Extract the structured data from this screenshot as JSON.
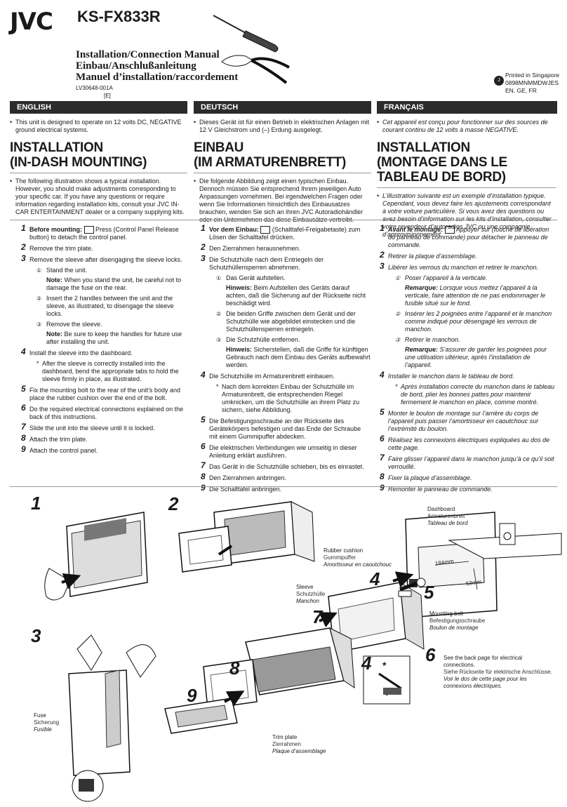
{
  "header": {
    "brand": "JVC",
    "model": "KS-FX833R",
    "title_en": "Installation/Connection Manual",
    "title_de": "Einbau/Anschlußanleitung",
    "title_fr": "Manuel d’installation/raccordement",
    "doc_number": "LV30648-001A",
    "doc_region": "[E]",
    "printed": "Printed in Singapore",
    "print_code": "0898MNMMDWJES",
    "languages": "EN, GE, FR"
  },
  "en": {
    "bar": "ENGLISH",
    "intro": "This unit is designed to operate on 12 volts DC, NEGATIVE ground electrical systems.",
    "h1a": "INSTALLATION",
    "h1b": "(IN-DASH MOUNTING)",
    "illus": "The following illustration shows a typical installation. However, you should make adjustments corresponding to your specific car. If you have any questions or require information regarding installation kits, consult your JVC IN-CAR ENTERTAINMENT dealer or a company supplying kits.",
    "s1_lead": "Before mounting:",
    "s1": "Press (Control Panel Release button) to detach the control panel.",
    "s2": "Remove the trim plate.",
    "s3": "Remove the sleeve after disengaging the sleeve locks.",
    "s3a": "Stand the unit.",
    "s3a_note_lead": "Note:",
    "s3a_note": "When you stand the unit, be careful not to damage the fuse on the rear.",
    "s3b": "Insert the 2 handles between the unit and the sleeve, as illustrated, to disengage the sleeve locks.",
    "s3c": "Remove the sleeve.",
    "s3c_note_lead": "Note:",
    "s3c_note": "Be sure to keep the handles for future use after installing the unit.",
    "s4": "Install the sleeve into the dashboard.",
    "s4_ast": "After the sleeve is correctly installed into the dashboard, bend the appropriate tabs to hold the sleeve firmly in place, as illustrated.",
    "s5": "Fix the mounting bolt to the rear of the unit’s body and place the rubber cushion over the end of the bolt.",
    "s6": "Do the required electrical connections explained on the back of this instructions.",
    "s7": "Slide the unit into the sleeve until it is locked.",
    "s8": "Attach the trim plate.",
    "s9": "Attach the control panel."
  },
  "de": {
    "bar": "DEUTSCH",
    "intro": "Dieses Gerät ist für einen Betrieb in elektrischen Anlagen mit 12 V Gleichstrom und (–) Erdung ausgelegt.",
    "h1a": "EINBAU",
    "h1b": "(IM ARMATURENBRETT)",
    "illus": "Die folgende Abbildung zeigt einen typischen Einbau. Dennoch müssen Sie entsprechend Ihrem jeweiligen Auto Anpassungen vornehmen. Bei irgendwelchen Fragen oder wenn Sie Informationen hinsichtlich des Einbausatzes brauchen, wenden Sie sich an ihren JVC Autoradiohändler oder ein Unternehmen das diese Einbausätze vertreibt.",
    "s1_lead": "Vor dem Einbau:",
    "s1": "(Schalttafel-Freigabetaste) zum Lösen der Schalttafel drücken.",
    "s2": "Den Zierrahmen herausnehmen.",
    "s3": "Die Schutzhülle nach dem Entriegeln der Schutzhüllensperren abnehmen.",
    "s3a": "Das Gerät aufstellen.",
    "s3a_note_lead": "Hinweis:",
    "s3a_note": "Beim Aufstellen des Geräts darauf achten, daß die Sicherung auf der Rückseite nicht beschädigt wird.",
    "s3b": "Die beiden Griffe zwischen dem Gerät und der Schutzhülle wie abgebildet einstecken und die Schutzhüllensperren entriegeln.",
    "s3c": "Die Schutzhülle entfernen.",
    "s3c_note_lead": "Hinweis:",
    "s3c_note": "Sicherstellen, daß die Griffe für künftigen Gebrauch nach dem Einbau des Geräts aufbewahrt werden.",
    "s4": "Die Schutzhülle im Armaturenbrett einbauen.",
    "s4_ast": "Nach dem korrekten Einbau der Schutzhülle im Armaturenbrett, die entsprechenden Riegel umknicken, um die Schutzhülle an ihrem Platz zu sichern, siehe Abbildung.",
    "s5": "Die Befestigungsschraube an der Rückseite des Gerätekörpers befestigen und das Ende der Schraube mit einem Gummipuffer abdecken.",
    "s6": "Die elektrischen Verbindungen wie umseitig in dieser Anleitung erklärt ausführen.",
    "s7": "Das Gerät in die Schutzhülle schieben, bis es einrastet.",
    "s8": "Den Zierrahmen anbringen.",
    "s9": "Die Schalttafel anbringen."
  },
  "fr": {
    "bar": "FRANÇAIS",
    "intro": "Cet appareil est conçu pour fonctionner sur des sources de courant continu de 12 volts à masse NEGATIVE.",
    "h1a": "INSTALLATION",
    "h1b": "(MONTAGE DANS LE TABLEAU DE BORD)",
    "illus": "L’illustration suivante est un exemple d’installation typique. Cependant, vous devez faire les ajustements correspondant à votre voiture particulière. Si vous avez des questions ou avez besoin d’information sur les kits d’installation, consulter votre revendeur d’autoradios JVC ou une compagnie d’approvisionnement.",
    "s1_lead": "Avant le montage:",
    "s1": "Appuyer sur (touche de libération du panneau de commande) pour détacher le panneau de commande.",
    "s2": "Retirer la plaque d’assemblage.",
    "s3": "Libérer les verrous du manchon et retirer le manchon.",
    "s3a": "Poser l’appareil à la verticale.",
    "s3a_note_lead": "Remarque:",
    "s3a_note": "Lorsque vous mettez l’appareil à la verticale, faire attention de ne pas endommager le fusible situé sur le fond.",
    "s3b": "Insérer les 2 poignées entre l’appareil et le manchon comme indiqué pour désengagé les verrous de manchon.",
    "s3c": "Retirer le manchon.",
    "s3c_note_lead": "Remarque:",
    "s3c_note": "S’assurer de garder les poignées pour une utilisation ultérieur, après l’installation de l’appareil.",
    "s4": "Installer le manchon dans le tableau de bord.",
    "s4_ast": "Après installation correcte du manchon dans le tableau de bord, plier les bonnes pattes pour maintenir fermement le manchon en place, comme montré.",
    "s5": "Monter le boulon de montage sur l’arrière du corps de l’appareil puis passer l’amortisseur en caoutchouc sur l’extrémité du boulon.",
    "s6": "Réalisez les connexions électriques expliquées au dos de cette page.",
    "s7": "Faire glisser l’appareil dans le manchon jusqu’à ce qu’il soit verrouillé.",
    "s8": "Fixer la plaque d’assemblage.",
    "s9": "Remonter le panneau de commande."
  },
  "figure": {
    "n1": "1",
    "n2": "2",
    "n3": "3",
    "n4": "4",
    "n4b": "4",
    "n5": "5",
    "n6": "6",
    "n7": "7",
    "n8": "8",
    "n9": "9",
    "ast": "*",
    "dashboard_en": "Dashboard",
    "dashboard_de": "Armaturenbrett",
    "dashboard_fr": "Tableau de bord",
    "rubber_en": "Rubber cushion",
    "rubber_de": "Gummipuffer",
    "rubber_fr": "Amortisseur en caoutchouc",
    "sleeve_en": "Sleeve",
    "sleeve_de": "Schutzhülle",
    "sleeve_fr": "Manchon",
    "bolt_en": "Mounting bolt",
    "bolt_de": "Befestigungsschraube",
    "bolt_fr": "Boulon de montage",
    "fuse_en": "Fuse",
    "fuse_de": "Sicherung",
    "fuse_fr": "Fusible",
    "trim_en": "Trim plate",
    "trim_de": "Zierrahmen",
    "trim_fr": "Plaque d’assemblage",
    "see_en": "See the back page for electrical connections.",
    "see_de": "Siehe Rückseite für elektrische Anschlüsse.",
    "see_fr": "Voir le dos de cette page pour les connexions électriques.",
    "dim_w": "184mm",
    "dim_h": "53mm"
  }
}
